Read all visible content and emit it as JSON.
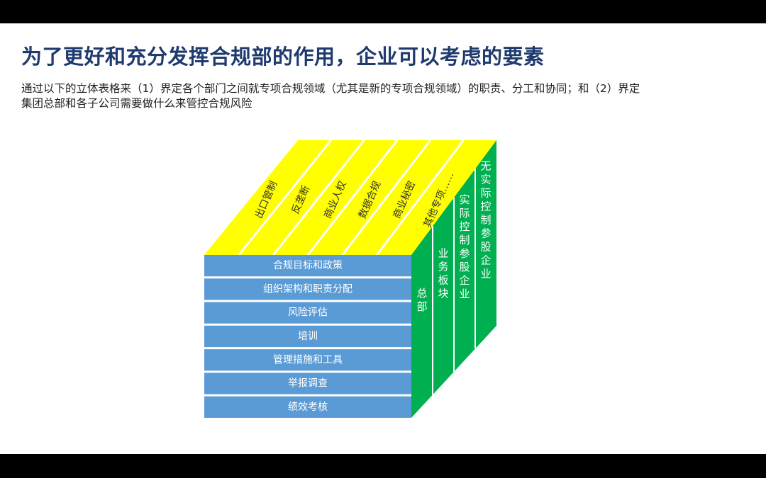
{
  "slide": {
    "title": "为了更好和充分发挥合规部的作用，企业可以考虑的要素",
    "subtitle_line1": "通过以下的立体表格来（1）界定各个部门之间就专项合规领域（尤其是新的专项合规领域）的职责、分工和协同；和（2）界定",
    "subtitle_line2": "集团总部和各子公司需要做什么来管控合规风险"
  },
  "cube": {
    "top_labels": [
      "出口管制",
      "反垄断",
      "商业人权",
      "数据合规",
      "商业秘密",
      "其他专项……"
    ],
    "front_rows": [
      "合规目标和政策",
      "组织架构和职责分配",
      "风险评估",
      "培训",
      "管理措施和工具",
      "举报调查",
      "绩效考核"
    ],
    "side_labels": [
      "总部",
      "业务板块",
      "实际控制参股企业",
      "无实际控制参股企业"
    ],
    "colors": {
      "top": "#ffff00",
      "front": "#5b9bd5",
      "side": "#00b050",
      "title": "#1f3a6e"
    }
  }
}
